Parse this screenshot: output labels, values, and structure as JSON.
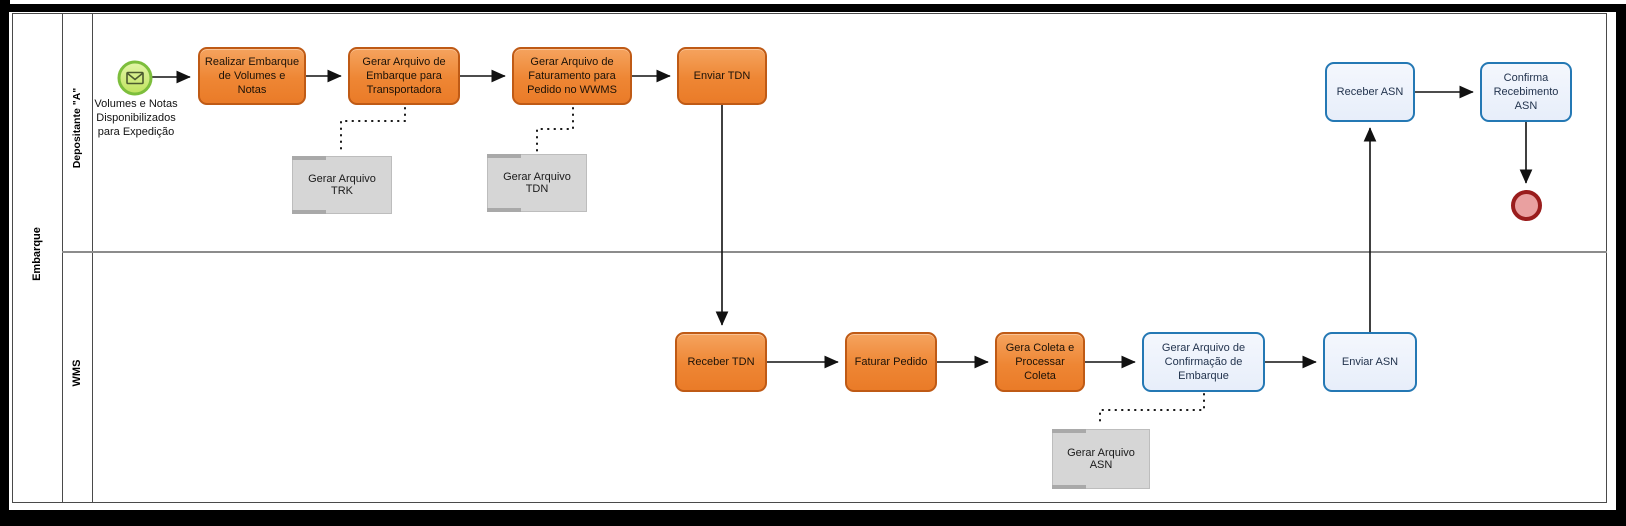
{
  "pool": {
    "label": "Embarque"
  },
  "lanes": [
    {
      "label": "Depositante \"A\""
    },
    {
      "label": "WMS"
    }
  ],
  "nodes": {
    "start_label": "Volumes e Notas\nDisponibilizados\npara Expedição",
    "realizar_embarque": "Realizar Embarque\nde Volumes e\nNotas",
    "gerar_arquivo_embarque": "Gerar Arquivo de\nEmbarque para\nTransportadora",
    "gerar_arquivo_faturamento": "Gerar Arquivo de\nFaturamento para\nPedido no WWMS",
    "enviar_tdn": "Enviar TDN",
    "receber_asn": "Receber ASN",
    "confirma_recebimento": "Confirma\nRecebimento\nASN",
    "receber_tdn": "Receber TDN",
    "faturar_pedido": "Faturar Pedido",
    "gera_coleta": "Gera Coleta e\nProcessar\nColeta",
    "gerar_arquivo_confirmacao": "Gerar Arquivo de\nConfirmação de\nEmbarque",
    "enviar_asn": "Enviar ASN",
    "data_trk": "Gerar Arquivo\nTRK",
    "data_tdn": "Gerar  Arquivo\nTDN",
    "data_asn": "Gerar Arquivo\nASN"
  },
  "events": {
    "start": {
      "type": "message-start-event",
      "icon": "envelope-icon"
    },
    "end": {
      "type": "end-event"
    }
  },
  "edges": [
    {
      "from": "start",
      "to": "realizar_embarque",
      "type": "sequence"
    },
    {
      "from": "realizar_embarque",
      "to": "gerar_arquivo_embarque",
      "type": "sequence"
    },
    {
      "from": "gerar_arquivo_embarque",
      "to": "gerar_arquivo_faturamento",
      "type": "sequence"
    },
    {
      "from": "gerar_arquivo_faturamento",
      "to": "enviar_tdn",
      "type": "sequence"
    },
    {
      "from": "enviar_tdn",
      "to": "receber_tdn",
      "type": "sequence"
    },
    {
      "from": "receber_tdn",
      "to": "faturar_pedido",
      "type": "sequence"
    },
    {
      "from": "faturar_pedido",
      "to": "gera_coleta",
      "type": "sequence"
    },
    {
      "from": "gera_coleta",
      "to": "gerar_arquivo_confirmacao",
      "type": "sequence"
    },
    {
      "from": "gerar_arquivo_confirmacao",
      "to": "enviar_asn",
      "type": "sequence"
    },
    {
      "from": "enviar_asn",
      "to": "receber_asn",
      "type": "sequence"
    },
    {
      "from": "receber_asn",
      "to": "confirma_recebimento",
      "type": "sequence"
    },
    {
      "from": "confirma_recebimento",
      "to": "end",
      "type": "sequence"
    },
    {
      "from": "gerar_arquivo_embarque",
      "to": "data_trk",
      "type": "association"
    },
    {
      "from": "gerar_arquivo_faturamento",
      "to": "data_tdn",
      "type": "association"
    },
    {
      "from": "gerar_arquivo_confirmacao",
      "to": "data_asn",
      "type": "association"
    }
  ],
  "colors": {
    "task_orange_fill": "#EE8634",
    "task_orange_border": "#BF5A15",
    "task_blue_fill": "#EAF1FB",
    "task_blue_border": "#2478B4",
    "data_gray_fill": "#D6D6D6",
    "start_green_fill": "#CDE97E",
    "start_green_border": "#7DBE3C",
    "end_red_fill": "#E9A0A0",
    "end_red_border": "#9A1D1D"
  }
}
